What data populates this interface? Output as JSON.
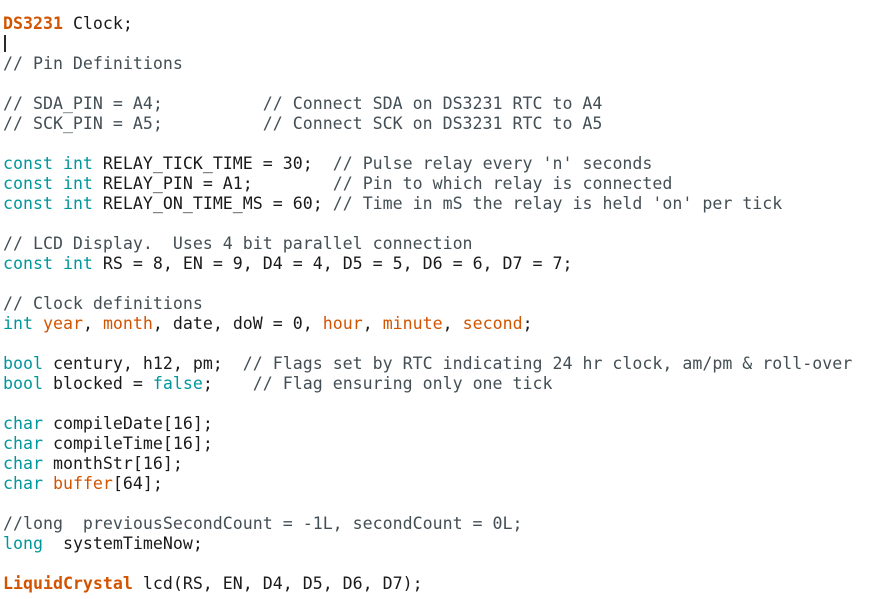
{
  "editor": {
    "colors": {
      "keyword": "#00979c",
      "class": "#d35400",
      "function": "#d35400",
      "comment": "#434f54",
      "text": "#1a1a1a",
      "background": "#ffffff"
    },
    "lines": [
      [
        {
          "t": "cls",
          "v": "DS3231"
        },
        {
          "t": "tx",
          "v": " Clock;"
        }
      ],
      [],
      [
        {
          "t": "cm",
          "v": "// Pin Definitions"
        }
      ],
      [],
      [
        {
          "t": "cm",
          "v": "// SDA_PIN = A4;          // Connect SDA on DS3231 RTC to A4"
        }
      ],
      [
        {
          "t": "cm",
          "v": "// SCK_PIN = A5;          // Connect SCK on DS3231 RTC to A5"
        }
      ],
      [],
      [
        {
          "t": "kw",
          "v": "const"
        },
        {
          "t": "tx",
          "v": " "
        },
        {
          "t": "kw",
          "v": "int"
        },
        {
          "t": "tx",
          "v": " RELAY_TICK_TIME = 30;  "
        },
        {
          "t": "cm",
          "v": "// Pulse relay every 'n' seconds"
        }
      ],
      [
        {
          "t": "kw",
          "v": "const"
        },
        {
          "t": "tx",
          "v": " "
        },
        {
          "t": "kw",
          "v": "int"
        },
        {
          "t": "tx",
          "v": " RELAY_PIN = A1;        "
        },
        {
          "t": "cm",
          "v": "// Pin to which relay is connected"
        }
      ],
      [
        {
          "t": "kw",
          "v": "const"
        },
        {
          "t": "tx",
          "v": " "
        },
        {
          "t": "kw",
          "v": "int"
        },
        {
          "t": "tx",
          "v": " RELAY_ON_TIME_MS = 60; "
        },
        {
          "t": "cm",
          "v": "// Time in mS the relay is held 'on' per tick"
        }
      ],
      [],
      [
        {
          "t": "cm",
          "v": "// LCD Display.  Uses 4 bit parallel connection"
        }
      ],
      [
        {
          "t": "kw",
          "v": "const"
        },
        {
          "t": "tx",
          "v": " "
        },
        {
          "t": "kw",
          "v": "int"
        },
        {
          "t": "tx",
          "v": " RS = 8, EN = 9, D4 = 4, D5 = 5, D6 = 6, D7 = 7;"
        }
      ],
      [],
      [
        {
          "t": "cm",
          "v": "// Clock definitions"
        }
      ],
      [
        {
          "t": "kw",
          "v": "int"
        },
        {
          "t": "tx",
          "v": " "
        },
        {
          "t": "fn",
          "v": "year"
        },
        {
          "t": "tx",
          "v": ", "
        },
        {
          "t": "fn",
          "v": "month"
        },
        {
          "t": "tx",
          "v": ", date, doW = 0, "
        },
        {
          "t": "fn",
          "v": "hour"
        },
        {
          "t": "tx",
          "v": ", "
        },
        {
          "t": "fn",
          "v": "minute"
        },
        {
          "t": "tx",
          "v": ", "
        },
        {
          "t": "fn",
          "v": "second"
        },
        {
          "t": "tx",
          "v": ";"
        }
      ],
      [],
      [
        {
          "t": "kw",
          "v": "bool"
        },
        {
          "t": "tx",
          "v": " century, h12, pm;  "
        },
        {
          "t": "cm",
          "v": "// Flags set by RTC indicating 24 hr clock, am/pm & roll-over"
        }
      ],
      [
        {
          "t": "kw",
          "v": "bool"
        },
        {
          "t": "tx",
          "v": " blocked = "
        },
        {
          "t": "kw",
          "v": "false"
        },
        {
          "t": "tx",
          "v": ";    "
        },
        {
          "t": "cm",
          "v": "// Flag ensuring only one tick"
        }
      ],
      [],
      [
        {
          "t": "kw",
          "v": "char"
        },
        {
          "t": "tx",
          "v": " compileDate[16];"
        }
      ],
      [
        {
          "t": "kw",
          "v": "char"
        },
        {
          "t": "tx",
          "v": " compileTime[16];"
        }
      ],
      [
        {
          "t": "kw",
          "v": "char"
        },
        {
          "t": "tx",
          "v": " monthStr[16];"
        }
      ],
      [
        {
          "t": "kw",
          "v": "char"
        },
        {
          "t": "tx",
          "v": " "
        },
        {
          "t": "fn",
          "v": "buffer"
        },
        {
          "t": "tx",
          "v": "[64];"
        }
      ],
      [],
      [
        {
          "t": "cm",
          "v": "//long  previousSecondCount = -1L, secondCount = 0L;"
        }
      ],
      [
        {
          "t": "kw",
          "v": "long"
        },
        {
          "t": "tx",
          "v": "  systemTimeNow;"
        }
      ],
      [],
      [
        {
          "t": "cls",
          "v": "LiquidCrystal"
        },
        {
          "t": "tx",
          "v": " lcd(RS, EN, D4, D5, D6, D7);"
        }
      ]
    ]
  }
}
